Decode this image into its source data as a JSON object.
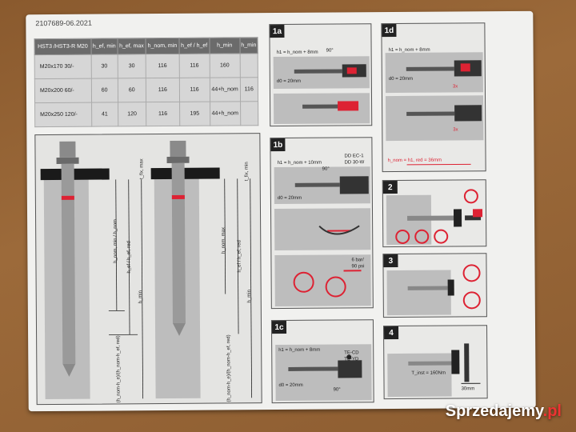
{
  "doc_number": "2107689-06.2021",
  "table": {
    "headers": [
      "HST3 /HST3-R M20",
      "h_ef, min",
      "h_ef, max",
      "h_nom, min",
      "h_ef / h_ef",
      "h_min",
      "h_min"
    ],
    "rows": [
      [
        "M20x170 30/-",
        "30",
        "30",
        "116",
        "116",
        "160",
        ""
      ],
      [
        "M20x200 60/-",
        "60",
        "60",
        "116",
        "116",
        "44+h_nom",
        "116"
      ],
      [
        "M20x250 120/-",
        "41",
        "120",
        "116",
        "195",
        "44+h_nom",
        ""
      ]
    ]
  },
  "left_panel": {
    "labels": {
      "tfix": "t_fix, max",
      "hnom_left": "h_nom, min / h_nom",
      "hef_left": "h_ef / h_ef, red",
      "hmin_left": "h_min",
      "formula_left": "(h_nom-h_e)/(h_nom-h_ef, red)",
      "hnom_right": "h_nom, max",
      "hef_right": "h_ef / h_ef, red",
      "hmin_right": "h_min",
      "formula_right": "(h_nom-h_e)/(h_nom-h_ef, red)",
      "tfixmin": "t_fix, min"
    }
  },
  "steps": {
    "s1a": {
      "tag": "1a",
      "lines": [
        "h1 = h_nom + 8mm",
        "d0 = 20mm",
        "90°"
      ]
    },
    "s1b": {
      "tag": "1b",
      "lines": [
        "h1 = h_nom + 10mm",
        "d0 = 20mm",
        "DD EC-1",
        "DD 30-W",
        "90°",
        "6 bar/",
        "90 psi"
      ]
    },
    "s1c": {
      "tag": "1c",
      "lines": [
        "h1 = h_nom + 8mm",
        "d0 = 20mm",
        "TE-CD",
        "TE-YD",
        "90°"
      ]
    },
    "s1d": {
      "tag": "1d",
      "lines": [
        "h1 = h_nom + 8mm",
        "d0 = 20mm",
        "3x",
        "3x",
        "h_nom = h1, red = 36mm"
      ]
    },
    "s2": {
      "tag": "2"
    },
    "s3": {
      "tag": "3"
    },
    "s4": {
      "tag": "4",
      "lines": [
        "T_inst = 160Nm",
        "30mm"
      ]
    }
  },
  "watermark": {
    "text": "Sprzedajemy",
    "suffix": ".pl"
  },
  "colors": {
    "accent": "#d22233",
    "panel_dark": "#222222",
    "concrete": "#bdbdbd"
  }
}
